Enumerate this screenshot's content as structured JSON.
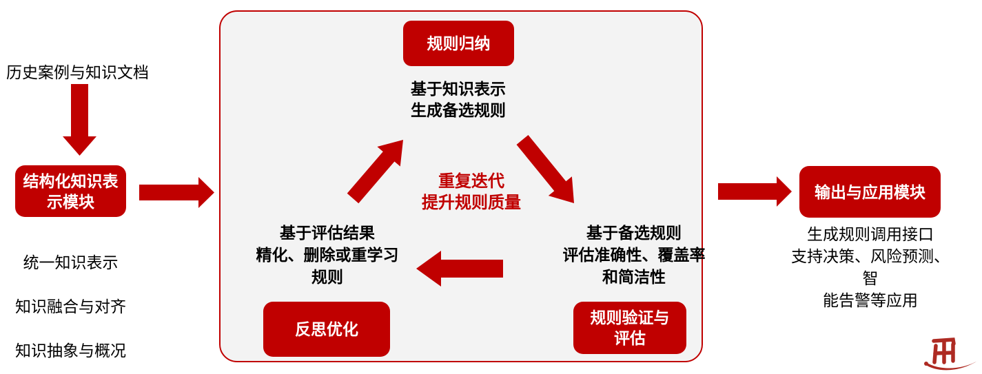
{
  "palette": {
    "accent_red": "#C00000",
    "panel_fill": "#F3F3F3",
    "text_black": "#000000",
    "box_text_white": "#FFFFFF",
    "logo_red": "#AE2B23"
  },
  "input": {
    "source_label": "历史案例与知识文档",
    "module": {
      "title": "结构化知识表\n示模块",
      "features": [
        "统一知识表示",
        "知识融合与对齐",
        "知识抽象与概况"
      ]
    }
  },
  "cycle": {
    "center_note": "重复迭代\n提升规则质量",
    "stages": [
      {
        "box": "规则归纳",
        "desc": "基于知识表示\n生成备选规则"
      },
      {
        "box": "规则验证与\n评估",
        "desc": "基于备选规则\n评估准确性、覆盖率\n和简洁性"
      },
      {
        "box": "反思优化",
        "desc": "基于评估结果\n精化、删除或重学习\n规则"
      }
    ]
  },
  "output": {
    "module_title": "输出与应用模块",
    "desc": "生成规则调用接口\n支持决策、风险预测、智\n能告警等应用"
  },
  "icons": {
    "arrows": [
      "down-arrow",
      "right-arrow-input",
      "cycle-arrow-up-right",
      "cycle-arrow-down-right",
      "cycle-arrow-left",
      "right-arrow-output"
    ],
    "logo": "calligraphy-seal"
  }
}
